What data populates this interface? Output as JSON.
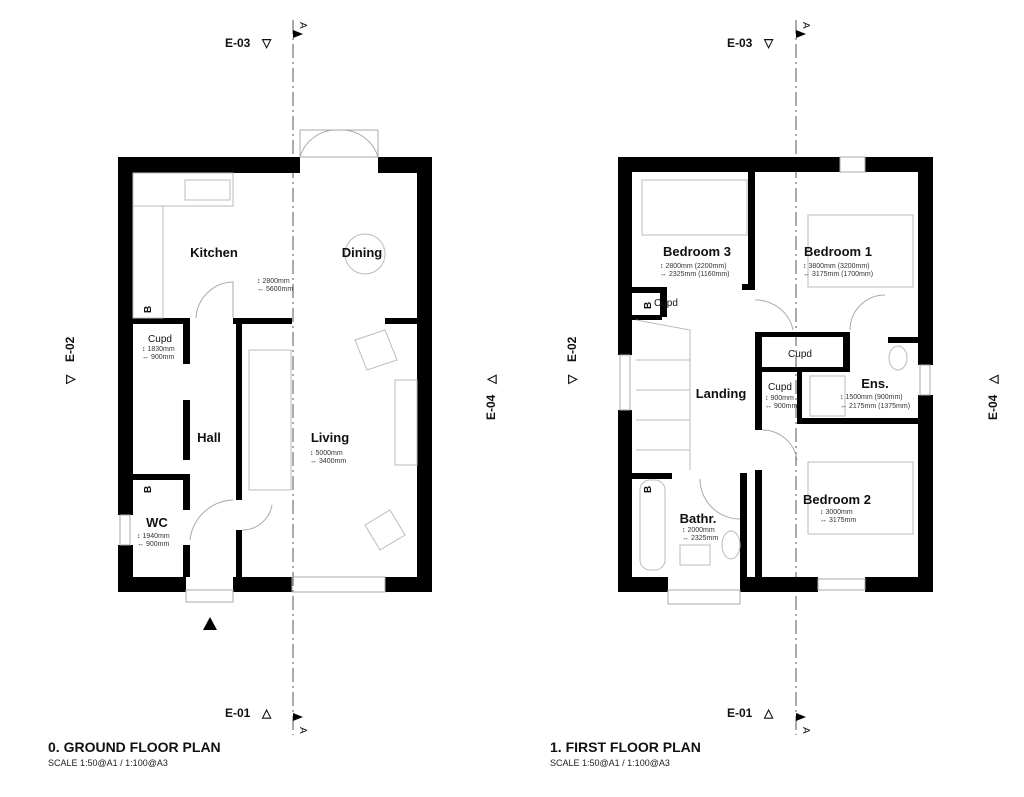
{
  "plans": [
    {
      "title": "0. GROUND FLOOR PLAN",
      "scale": "SCALE 1:50@A1 / 1:100@A3",
      "rooms": [
        {
          "name": "Kitchen",
          "dim_v": "2800mm",
          "dim_h": "5600mm"
        },
        {
          "name": "Dining"
        },
        {
          "name": "Cupd",
          "dim_v": "1830mm",
          "dim_h": "900mm"
        },
        {
          "name": "Hall"
        },
        {
          "name": "Living",
          "dim_v": "5000mm",
          "dim_h": "3400mm"
        },
        {
          "name": "WC",
          "dim_v": "1940mm",
          "dim_h": "900mm"
        }
      ]
    },
    {
      "title": "1. FIRST FLOOR PLAN",
      "scale": "SCALE 1:50@A1 / 1:100@A3",
      "rooms": [
        {
          "name": "Bedroom 3",
          "dim_v": "2800mm (2200mm)",
          "dim_h": "2325mm (1160mm)"
        },
        {
          "name": "Bedroom 1",
          "dim_v": "3800mm (3200mm)",
          "dim_h": "3175mm (1700mm)"
        },
        {
          "name": "Cupd"
        },
        {
          "name": "Cupd"
        },
        {
          "name": "Landing"
        },
        {
          "name": "Cupd",
          "dim_v": "900mm",
          "dim_h": "900mm"
        },
        {
          "name": "Ens.",
          "dim_v": "1500mm (900mm)",
          "dim_h": "2175mm (1375mm)"
        },
        {
          "name": "Bathr.",
          "dim_v": "2000mm",
          "dim_h": "2325mm"
        },
        {
          "name": "Bedroom 2",
          "dim_v": "3000mm",
          "dim_h": "3175mm"
        }
      ]
    }
  ],
  "markers": {
    "elev_n": "E-03",
    "elev_s": "E-01",
    "elev_w": "E-02",
    "elev_e": "E-04",
    "section": "A",
    "boiler": "B",
    "arrow_down_icon": "▽",
    "arrow_up_icon": "△"
  },
  "icons": [
    "section-flag-icon",
    "entrance-arrow-icon",
    "elevation-triangle-icon"
  ]
}
